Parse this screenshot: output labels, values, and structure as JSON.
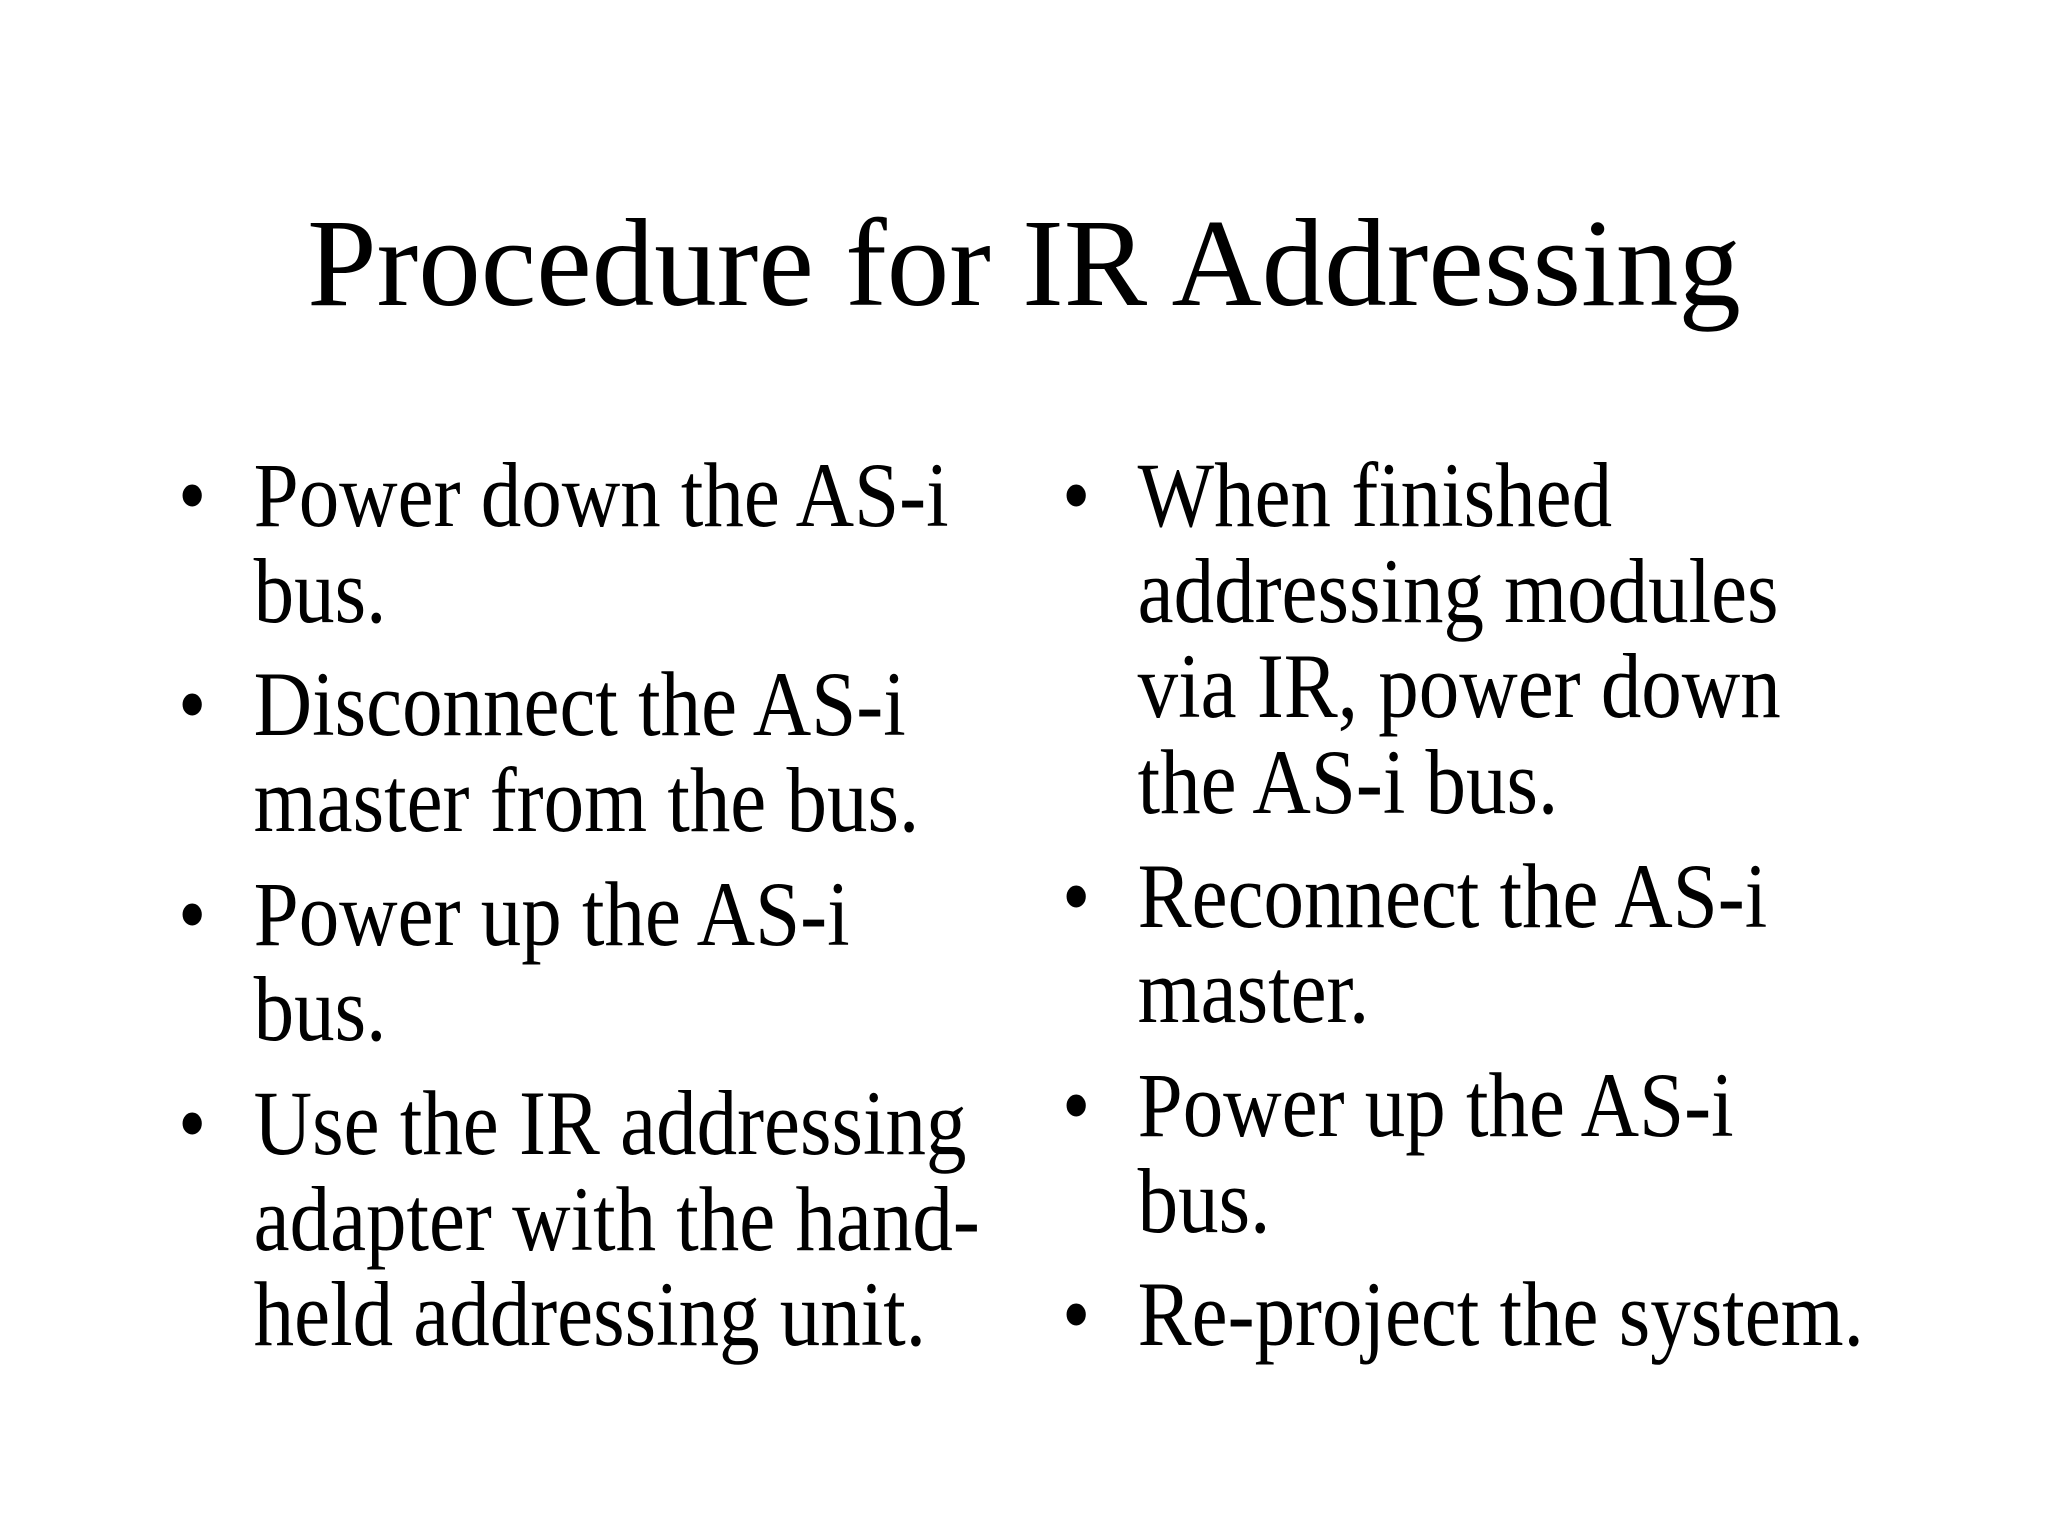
{
  "slide": {
    "title": "Procedure for IR Addressing",
    "bullet_char": "•",
    "background_color": "#ffffff",
    "text_color": "#000000",
    "left_column": {
      "bullets": [
        "Power down the AS-i\nbus.",
        "Disconnect the AS-i\nmaster from the bus.",
        "Power up the AS-i\nbus.",
        "Use the IR addressing\nadapter with the hand-\nheld addressing unit."
      ]
    },
    "right_column": {
      "bullets": [
        "When finished\naddressing modules\nvia IR, power down\nthe AS-i bus.",
        "Reconnect the AS-i\nmaster.",
        "Power up the AS-i\nbus.",
        "Re-project the system."
      ]
    }
  }
}
